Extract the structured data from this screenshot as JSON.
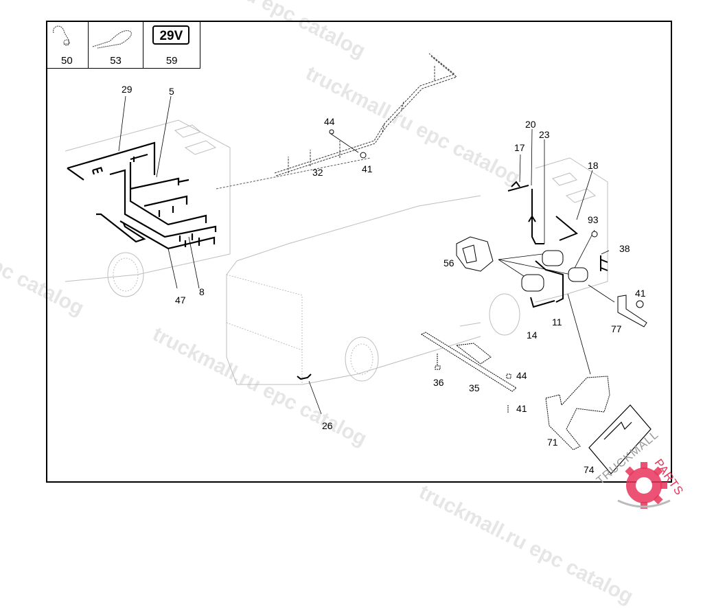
{
  "diagram": {
    "type": "exploded-parts-diagram",
    "subject": "Truck cab electrical wiring harness assembly",
    "legend": [
      {
        "part": "50",
        "icon": "p-clip-icon"
      },
      {
        "part": "53",
        "icon": "cable-tie-icon"
      },
      {
        "part": "59",
        "icon": "voltage-badge",
        "badge_text": "29V"
      }
    ],
    "callouts": [
      {
        "id": "29",
        "label": "29"
      },
      {
        "id": "5",
        "label": "5"
      },
      {
        "id": "47",
        "label": "47"
      },
      {
        "id": "8",
        "label": "8"
      },
      {
        "id": "44a",
        "label": "44"
      },
      {
        "id": "32",
        "label": "32"
      },
      {
        "id": "41a",
        "label": "41"
      },
      {
        "id": "20",
        "label": "20"
      },
      {
        "id": "23",
        "label": "23"
      },
      {
        "id": "17",
        "label": "17"
      },
      {
        "id": "18",
        "label": "18"
      },
      {
        "id": "93",
        "label": "93"
      },
      {
        "id": "38",
        "label": "38"
      },
      {
        "id": "56",
        "label": "56"
      },
      {
        "id": "41b",
        "label": "41"
      },
      {
        "id": "77",
        "label": "77"
      },
      {
        "id": "14",
        "label": "14"
      },
      {
        "id": "11",
        "label": "11"
      },
      {
        "id": "26",
        "label": "26"
      },
      {
        "id": "36",
        "label": "36"
      },
      {
        "id": "35",
        "label": "35"
      },
      {
        "id": "44b",
        "label": "44"
      },
      {
        "id": "41c",
        "label": "41"
      },
      {
        "id": "71",
        "label": "71"
      },
      {
        "id": "74",
        "label": "74"
      }
    ]
  },
  "watermarks": [
    "truckmall.ru epc catalog",
    "truckmall.ru epc catalog",
    "truckmall.ru epc catalog",
    "truckmall.ru epc catalog",
    "truckmall.ru epc catalog"
  ],
  "logo": {
    "text_left": "TRUCKMALL",
    "text_right": "PARTS",
    "accent_color": "#e8345a"
  }
}
